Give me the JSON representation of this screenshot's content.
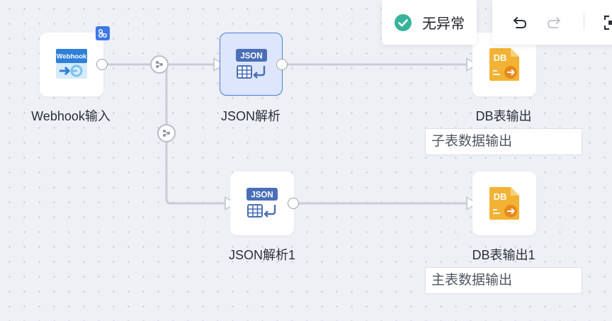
{
  "status": {
    "label": "无异常",
    "icon": "check-circle-icon",
    "color": "#37b39a"
  },
  "toolbar": {
    "undo_icon": "undo-icon",
    "redo_icon": "redo-icon",
    "fit_icon": "fit-view-icon"
  },
  "nodes": {
    "webhook_input": {
      "label": "Webhook输入",
      "icon_text": "Webhook",
      "icon": "webhook-icon"
    },
    "json_parse": {
      "label": "JSON解析",
      "icon_text": "JSON",
      "icon": "json-parse-icon"
    },
    "json_parse_1": {
      "label": "JSON解析1",
      "icon_text": "JSON",
      "icon": "json-parse-icon"
    },
    "db_output": {
      "label": "DB表输出",
      "icon_text": "DB",
      "icon": "db-table-icon",
      "note": "子表数据输出"
    },
    "db_output_1": {
      "label": "DB表输出1",
      "icon_text": "DB",
      "icon": "db-table-icon",
      "note": "主表数据输出"
    }
  },
  "colors": {
    "canvas": "#eef0f5",
    "accent": "#4a7fe0",
    "json_icon": "#4a6fb8",
    "db_icon": "#f2b233",
    "db_arrow": "#e8891e",
    "edge": "#c9cdd6"
  }
}
